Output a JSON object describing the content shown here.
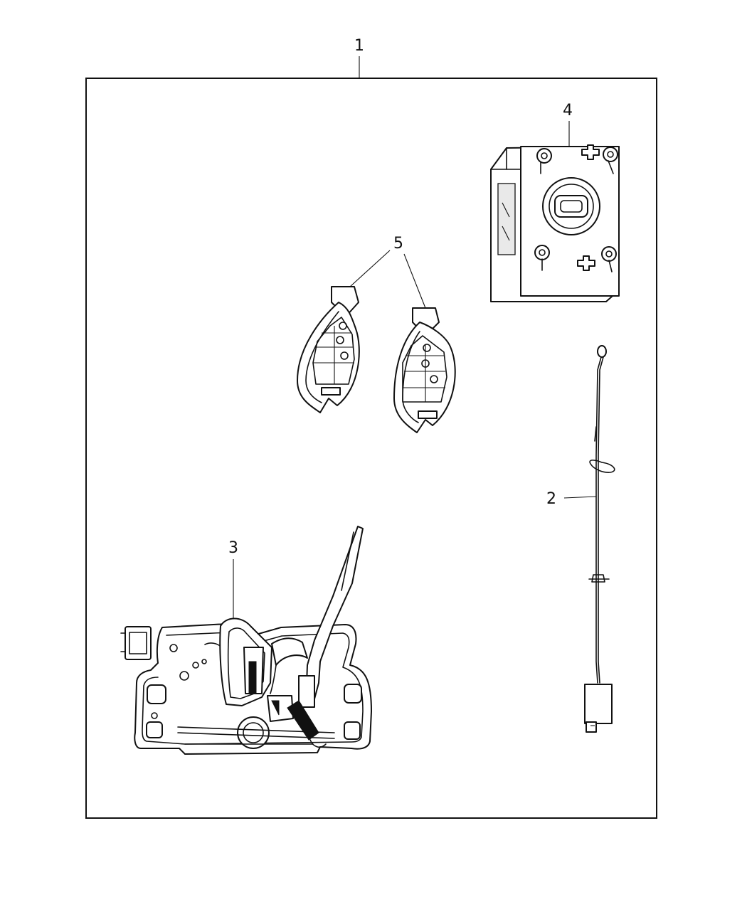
{
  "callouts": {
    "c1": "1",
    "c2": "2",
    "c3": "3",
    "c4": "4",
    "c5": "5"
  },
  "parts": [
    {
      "id": "kit-frame",
      "callout": "1",
      "icon": "kit-border"
    },
    {
      "id": "antenna-cable",
      "callout": "2",
      "icon": "antenna-cable-icon"
    },
    {
      "id": "hood-latch",
      "callout": "3",
      "icon": "hood-latch-icon"
    },
    {
      "id": "ignition-module",
      "callout": "4",
      "icon": "ignition-module-icon"
    },
    {
      "id": "key-fobs",
      "callout": "5",
      "icon": "key-fob-icon"
    }
  ]
}
